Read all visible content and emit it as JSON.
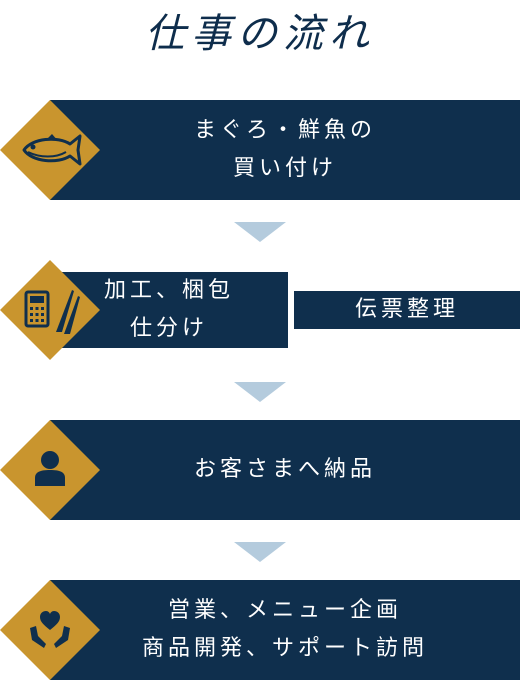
{
  "title": "仕事の流れ",
  "colors": {
    "navy": "#0f2f4d",
    "gold": "#c9952e",
    "arrow": "#b4cbdd"
  },
  "steps": [
    {
      "icon": "fish-icon",
      "lines": [
        "まぐろ・鮮魚の",
        "買い付け"
      ]
    },
    {
      "icon": "calculator-knife-icon",
      "left_lines": [
        "加工、梱包",
        "仕分け"
      ],
      "right_lines": [
        "伝票整理"
      ]
    },
    {
      "icon": "person-icon",
      "lines": [
        "お客さまへ納品"
      ]
    },
    {
      "icon": "heart-hands-icon",
      "lines": [
        "営業、メニュー企画",
        "商品開発、サポート訪問"
      ]
    }
  ]
}
